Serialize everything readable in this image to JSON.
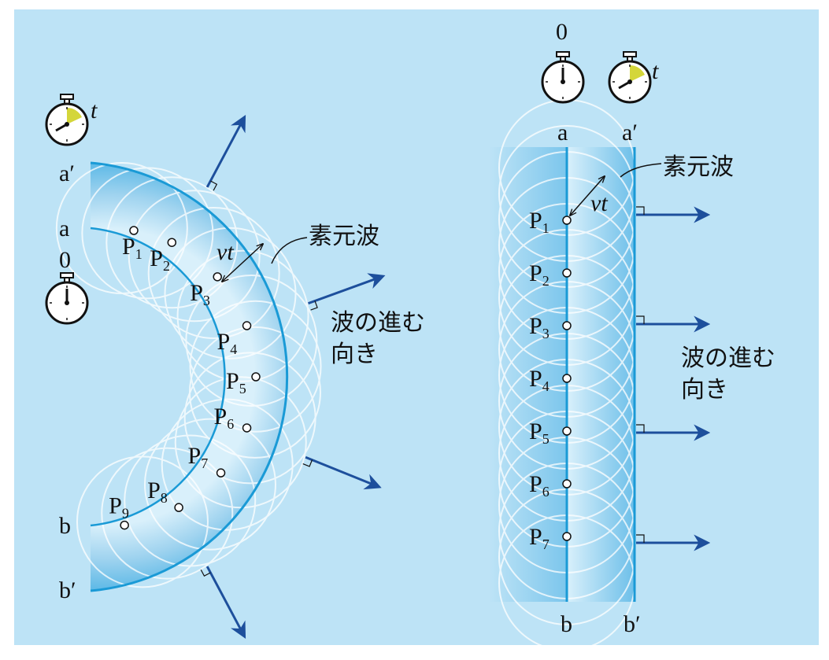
{
  "colors": {
    "background": "#bde3f6",
    "wavefront": "#1a9ad6",
    "arrow": "#1d4f9c",
    "timer_fill": "#d4d63a"
  },
  "left": {
    "labels": {
      "a": "a",
      "a_prime": "a′",
      "b": "b",
      "b_prime": "b′",
      "time_zero": "0",
      "time_t": "t",
      "vt": "vt"
    },
    "points": [
      {
        "name": "P",
        "sub": "1"
      },
      {
        "name": "P",
        "sub": "2"
      },
      {
        "name": "P",
        "sub": "3"
      },
      {
        "name": "P",
        "sub": "4"
      },
      {
        "name": "P",
        "sub": "5"
      },
      {
        "name": "P",
        "sub": "6"
      },
      {
        "name": "P",
        "sub": "7"
      },
      {
        "name": "P",
        "sub": "8"
      },
      {
        "name": "P",
        "sub": "9"
      }
    ],
    "elementary_wave": "素元波",
    "direction_line1": "波の進む",
    "direction_line2": "向き"
  },
  "right": {
    "labels": {
      "a": "a",
      "a_prime": "a′",
      "b": "b",
      "b_prime": "b′",
      "time_zero": "0",
      "time_t": "t",
      "vt": "vt"
    },
    "points": [
      {
        "name": "P",
        "sub": "1"
      },
      {
        "name": "P",
        "sub": "2"
      },
      {
        "name": "P",
        "sub": "3"
      },
      {
        "name": "P",
        "sub": "4"
      },
      {
        "name": "P",
        "sub": "5"
      },
      {
        "name": "P",
        "sub": "6"
      },
      {
        "name": "P",
        "sub": "7"
      }
    ],
    "elementary_wave": "素元波",
    "direction_line1": "波の進む",
    "direction_line2": "向き"
  }
}
